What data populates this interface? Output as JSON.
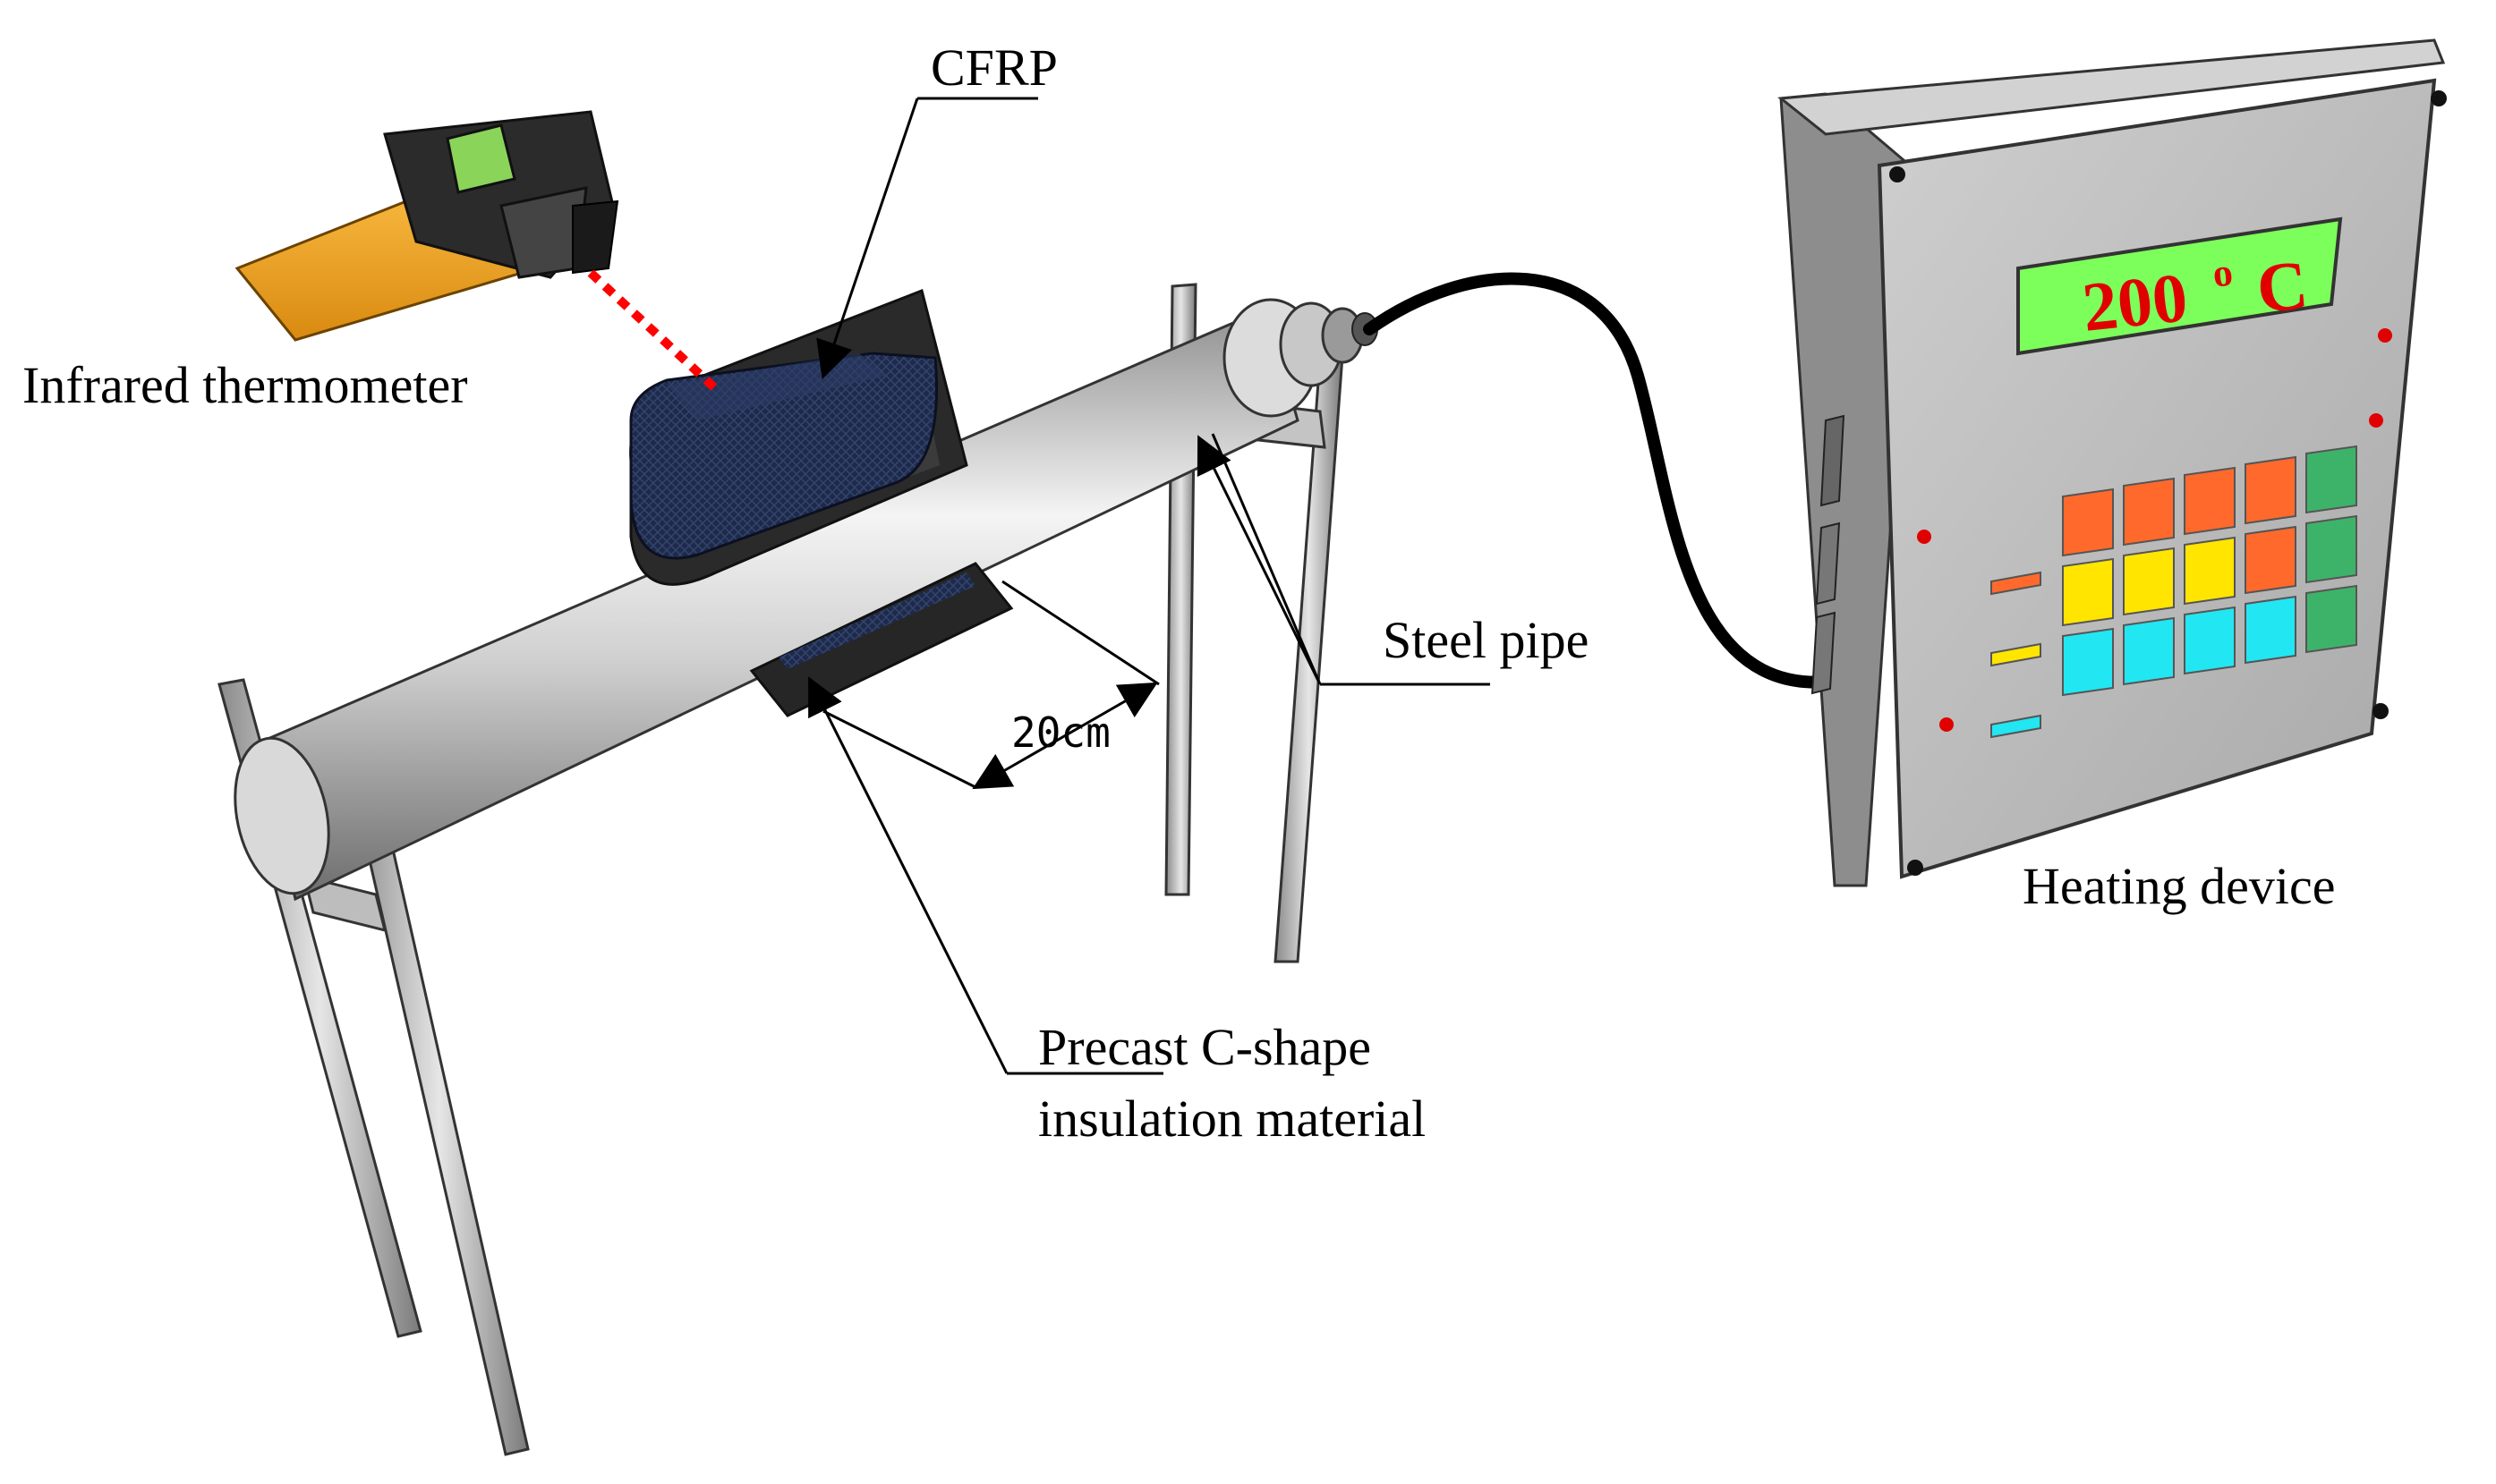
{
  "labels": {
    "cfrp": "CFRP",
    "thermometer": "Infrared thermometer",
    "steel_pipe": "Steel pipe",
    "dimension": "20cm",
    "insulation_line1": "Precast C-shape",
    "insulation_line2": "insulation material",
    "heating_device": "Heating device"
  },
  "display": {
    "value": "200",
    "degree": "o",
    "unit": "C"
  },
  "colors": {
    "display_bg": "#7CFF5A",
    "display_text": "#E00000",
    "laser": "#FF0000",
    "thermometer_body": "#F5A623",
    "cfrp": "#1E2A4A",
    "insulation": "#2A2A2A",
    "cable": "#000000",
    "device_front": "#B9B9B9"
  },
  "keypad": {
    "rows": [
      [
        "#FF6A2C",
        "#FF6A2C",
        "#FF6A2C",
        "#FF6A2C",
        "#3DB36A"
      ],
      [
        "#FFE500",
        "#FFE500",
        "#FFE500",
        "#FF6A2C",
        "#3DB36A"
      ],
      [
        "#22E6F2",
        "#22E6F2",
        "#22E6F2",
        "#22E6F2",
        "#3DB36A"
      ]
    ],
    "side_bars": [
      "#FF6A2C",
      "#FFE500",
      "#22E6F2"
    ]
  }
}
